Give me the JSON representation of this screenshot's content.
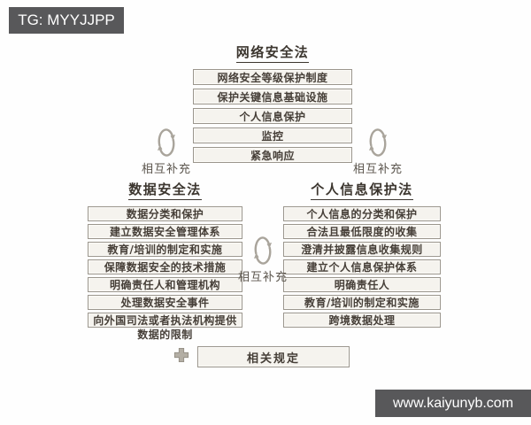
{
  "badges": {
    "top_left": "TG: MYYJJPP",
    "bottom_right": "www.kaiyunyb.com"
  },
  "colors": {
    "badge_bg": "#58585a",
    "box_fill": "#f5f3ee",
    "box_border": "#9b968d",
    "text": "#463f38",
    "icon_gray": "#a9a49b"
  },
  "groups": {
    "network_law": {
      "title": "网络安全法",
      "items": [
        "网络安全等级保护制度",
        "保护关键信息基础设施",
        "个人信息保护",
        "监控",
        "紧急响应"
      ]
    },
    "data_law": {
      "title": "数据安全法",
      "items": [
        "数据分类和保护",
        "建立数据安全管理体系",
        "教育/培训的制定和实施",
        "保障数据安全的技术措施",
        "明确责任人和管理机构",
        "处理数据安全事件",
        "向外国司法或者执法机构提供数据的限制"
      ]
    },
    "pipl_law": {
      "title": "个人信息保护法",
      "items": [
        "个人信息的分类和保护",
        "合法且最低限度的收集",
        "澄清并披露信息收集规则",
        "建立个人信息保护体系",
        "明确责任人",
        "教育/培训的制定和实施",
        "跨境数据处理"
      ]
    }
  },
  "relations": {
    "left_label": "相互补充",
    "right_label": "相互补充",
    "middle_label": "相互补充"
  },
  "footer": {
    "related_label": "相关规定"
  }
}
